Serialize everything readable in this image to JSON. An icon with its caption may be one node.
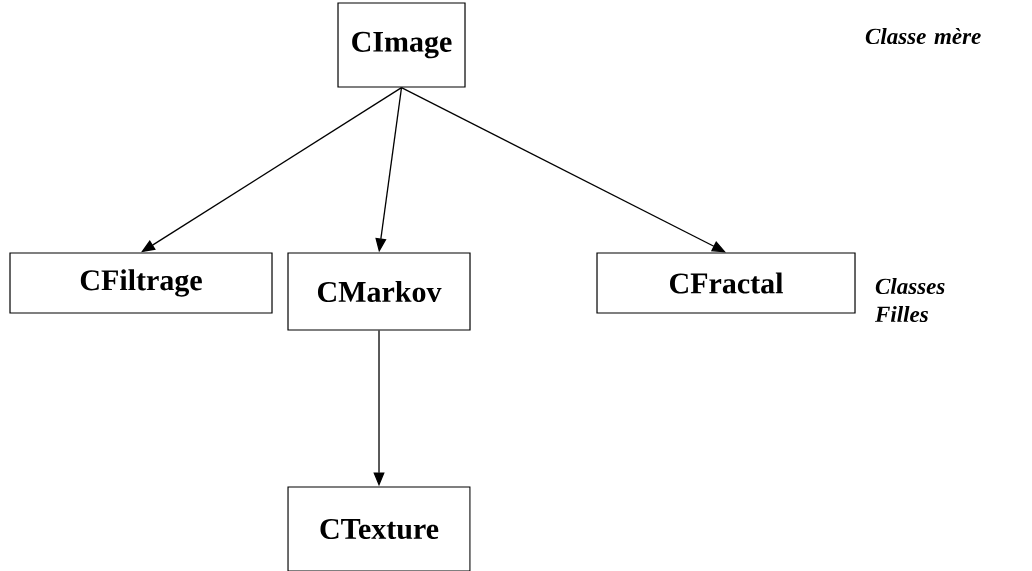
{
  "diagram": {
    "nodes": [
      {
        "text": [
          "CImage"
        ]
      },
      {
        "text": [
          "CFiltrage"
        ]
      },
      {
        "text": [
          "CMarkov"
        ]
      },
      {
        "text": [
          "CFractal"
        ]
      },
      {
        "text": [
          "CTexture"
        ]
      }
    ],
    "edges": [
      {
        "from": 0,
        "to": 1,
        "arrow": "to"
      },
      {
        "from": 0,
        "to": 2,
        "arrow": "to"
      },
      {
        "from": 0,
        "to": 3,
        "arrow": "to"
      },
      {
        "from": 2,
        "to": 4,
        "arrow": "to"
      }
    ],
    "labels": [
      "Classe mère",
      "Classes Filles"
    ]
  }
}
